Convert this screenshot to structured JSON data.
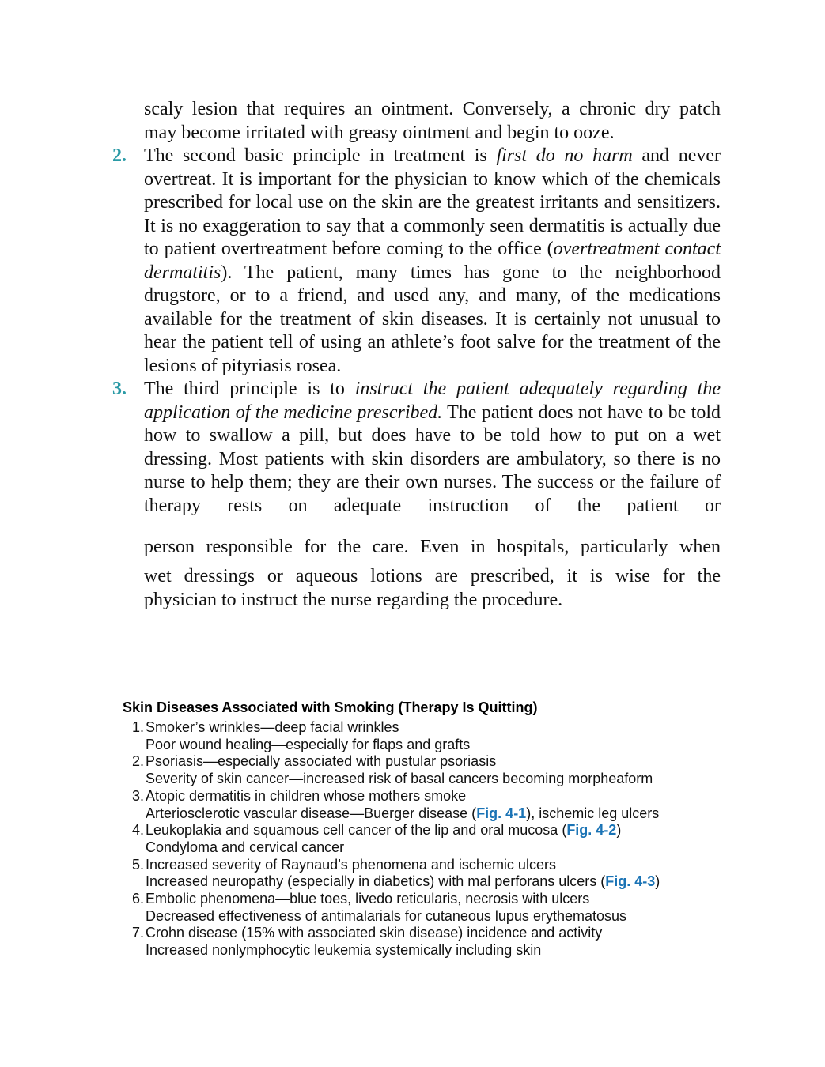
{
  "intro": {
    "line1": "scaly lesion that requires an ointment. Conversely, a chronic dry patch",
    "line2": "may become irritated with greasy ointment and begin to ooze."
  },
  "item2": {
    "number": "2.",
    "a": "The second basic principle in treatment is ",
    "a_em": "first do no harm",
    "b": " and never overtreat. It is important for the physician to know which of the chemicals prescribed for local use on the skin are the greatest irritants and sensitizers. It is no exaggeration to say that a commonly seen dermatitis is actually due to patient overtreatment before coming to the office (",
    "b_em": "overtreatment contact dermatitis",
    "c": "). The patient, many times has gone to the neighborhood drugstore, or to a friend, and used any, and many, of the medications available for the treatment of skin diseases. It is certainly not unusual to hear the patient tell of using an athlete’s foot salve for the treatment of the lesions of pityriasis rosea."
  },
  "item3": {
    "number": "3.",
    "a": "The third principle is to ",
    "a_em": "instruct the patient adequately regarding the application of the medicine prescribed.",
    "b": " The patient does not have to be told how to swallow a pill, but does have to be told how to put on a wet dressing. Most patients with skin disorders are ambulatory, so there is no nurse to help them; they are their own nurses. The success or the failure of therapy rests on adequate instruction of the patient or"
  },
  "continuation": {
    "line1": "person responsible for the care. Even in hospitals, particularly when",
    "line2": "wet dressings or aqueous lotions are prescribed, it is wise for the",
    "line3": "physician to instruct the nurse regarding the procedure."
  },
  "box": {
    "title": "Skin Diseases Associated with Smoking (Therapy Is Quitting)",
    "items": [
      {
        "number": "1.",
        "line1": "Smoker’s wrinkles—deep facial wrinkles",
        "line2": "Poor wound healing—especially for flaps and grafts"
      },
      {
        "number": "2.",
        "line1": "Psoriasis—especially associated with pustular psoriasis",
        "line2": "Severity of skin cancer—increased risk of basal cancers becoming morpheaform"
      },
      {
        "number": "3.",
        "line1": "Atopic dermatitis in children whose mothers smoke",
        "line2_a": "Arteriosclerotic vascular disease—Buerger disease (",
        "line2_ref": "Fig. 4-1",
        "line2_b": "), ischemic leg ulcers"
      },
      {
        "number": "4.",
        "line1_a": "Leukoplakia and squamous cell cancer of the lip and oral mucosa (",
        "line1_ref": "Fig. 4-2",
        "line1_b": ")",
        "line2": "Condyloma and cervical cancer"
      },
      {
        "number": "5.",
        "line1": "Increased severity of Raynaud’s phenomena and ischemic ulcers",
        "line2_a": "Increased neuropathy (especially in diabetics) with mal perforans ulcers (",
        "line2_ref": "Fig. 4-3",
        "line2_b": ")"
      },
      {
        "number": "6.",
        "line1": "Embolic phenomena—blue toes, livedo reticularis, necrosis with ulcers",
        "line2": "Decreased effectiveness of antimalarials for cutaneous lupus erythematosus"
      },
      {
        "number": "7.",
        "line1": "Crohn disease (15% with associated skin disease) incidence and activity",
        "line2": "Increased nonlymphocytic leukemia systemically including skin"
      }
    ]
  },
  "colors": {
    "list_number": "#2a9aa6",
    "figure_reference": "#1a73b5"
  }
}
